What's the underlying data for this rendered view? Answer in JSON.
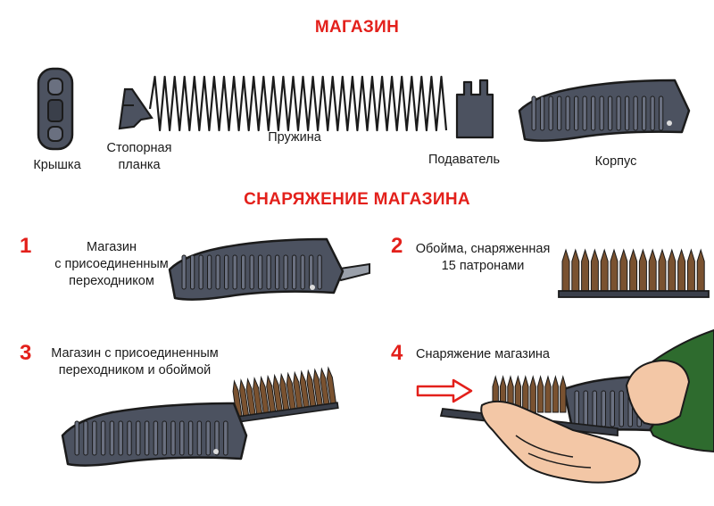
{
  "title": "МАГАЗИН",
  "parts": {
    "cover": "Крышка",
    "stop_plate_line1": "Стопорная",
    "stop_plate_line2": "планка",
    "spring": "Пружина",
    "follower": "Подаватель",
    "body": "Корпус"
  },
  "section_title": "СНАРЯЖЕНИЕ МАГАЗИНА",
  "steps": [
    {
      "number": "1",
      "line1": "Магазин",
      "line2": "с присоединенным",
      "line3": "переходником"
    },
    {
      "number": "2",
      "line1": "Обойма, снаряженная",
      "line2": "15 патронами"
    },
    {
      "number": "3",
      "line1": "Магазин с присоединенным",
      "line2": "переходником и обоймой"
    },
    {
      "number": "4",
      "line1": "Снаряжение магазина"
    }
  ],
  "colors": {
    "accent": "#e3201b",
    "magazine": "#4c5260",
    "magazine_light": "#6a7080",
    "cartridge": "#7a5230",
    "sleeve": "#2e6b2e",
    "skin": "#f3c7a6"
  }
}
